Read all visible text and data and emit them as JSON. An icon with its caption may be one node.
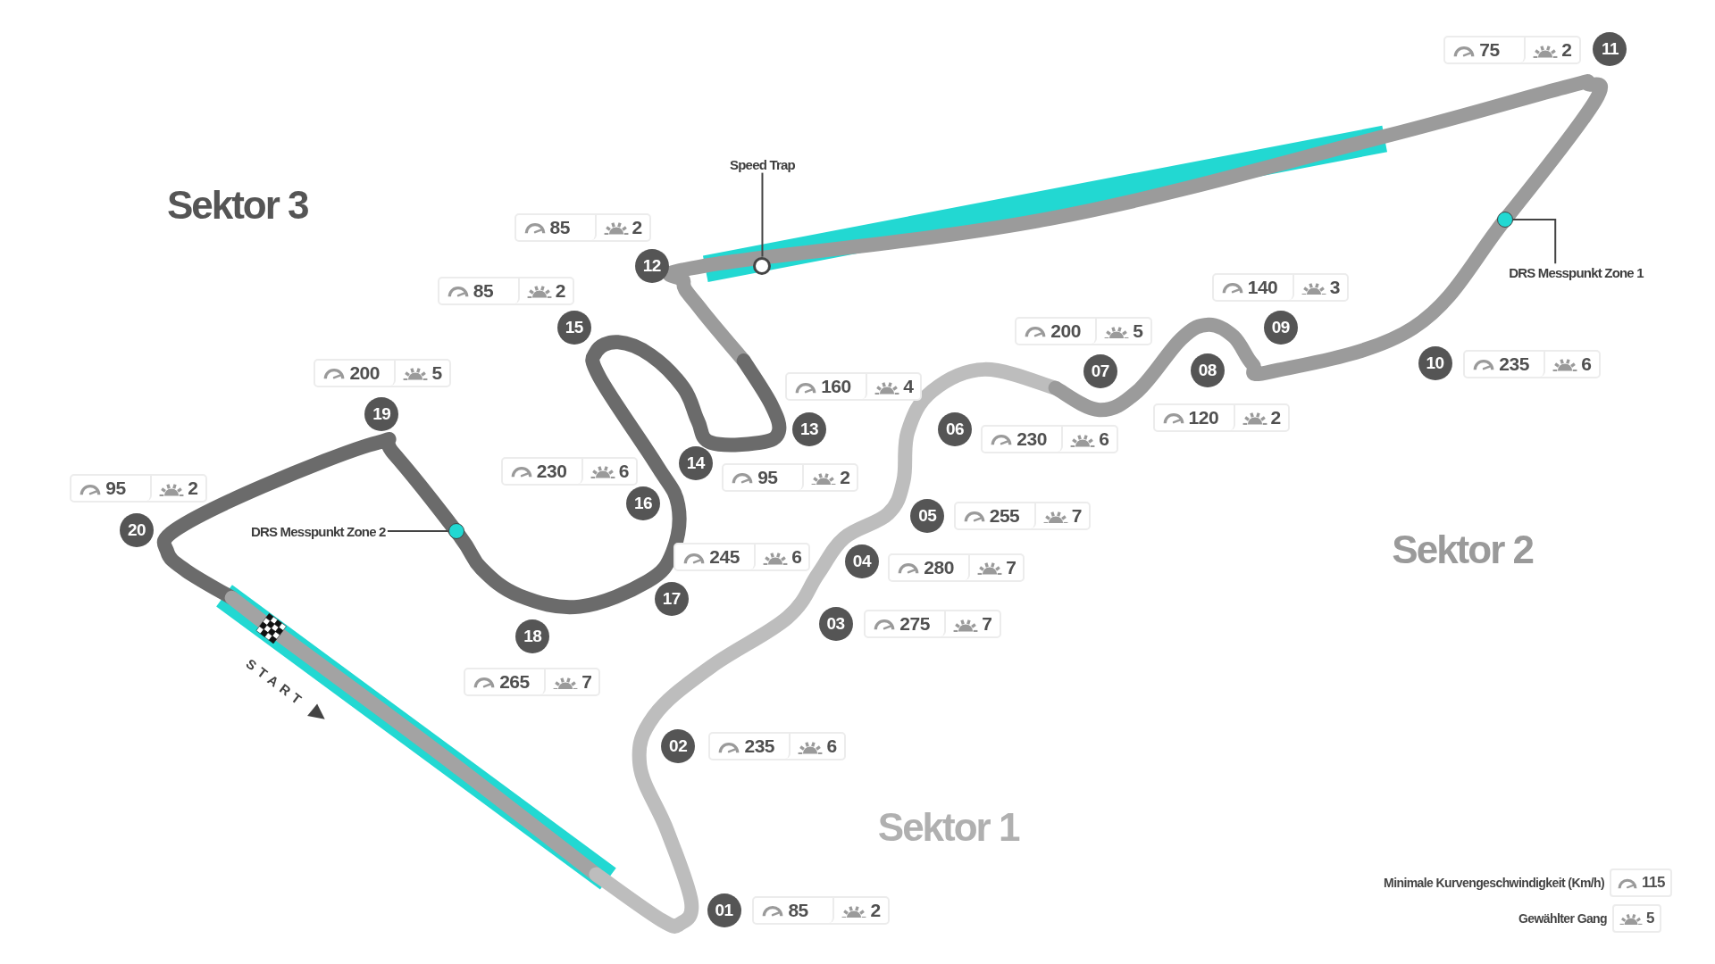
{
  "diagram": {
    "nodes": [
      {
        "text": [
          "01"
        ],
        "beside": [
          "85",
          "2"
        ]
      },
      {
        "text": [
          "02"
        ],
        "beside": [
          "235",
          "6"
        ]
      },
      {
        "text": [
          "03"
        ],
        "beside": [
          "275",
          "7"
        ]
      },
      {
        "text": [
          "04"
        ],
        "beside": [
          "280",
          "7"
        ]
      },
      {
        "text": [
          "05"
        ],
        "beside": [
          "255",
          "7"
        ]
      },
      {
        "text": [
          "06"
        ],
        "beside": [
          "230",
          "6"
        ]
      },
      {
        "text": [
          "07"
        ],
        "beside": [
          "200",
          "5"
        ]
      },
      {
        "text": [
          "08"
        ],
        "beside": [
          "120",
          "2"
        ]
      },
      {
        "text": [
          "09"
        ],
        "beside": [
          "140",
          "3"
        ]
      },
      {
        "text": [
          "10"
        ],
        "beside": [
          "235",
          "6"
        ]
      },
      {
        "text": [
          "11"
        ],
        "beside": [
          "75",
          "2"
        ]
      },
      {
        "text": [
          "12"
        ],
        "beside": [
          "85",
          "2"
        ]
      },
      {
        "text": [
          "13"
        ],
        "beside": [
          "160",
          "4"
        ]
      },
      {
        "text": [
          "14"
        ]
      },
      {
        "text": [
          "15"
        ],
        "beside": [
          "85",
          "2"
        ]
      },
      {
        "text": [
          "16"
        ],
        "beside": [
          "230",
          "6"
        ]
      },
      {
        "text": [
          "17"
        ],
        "beside": [
          "245",
          "6"
        ]
      },
      {
        "text": [
          "18"
        ],
        "beside": [
          "265",
          "7"
        ]
      },
      {
        "text": [
          "19"
        ],
        "beside": [
          "200",
          "5"
        ]
      },
      {
        "text": [
          "20"
        ],
        "beside": [
          "95",
          "2"
        ]
      },
      {
        "text": [
          "Speed Trap"
        ]
      },
      {
        "text": [],
        "shape": "circle"
      },
      {
        "text": [
          "DRS Messpunkt Zone 1"
        ]
      },
      {
        "text": [],
        "shape": "circle"
      },
      {
        "text": [
          "DRS Messpunkt Zone 2"
        ]
      },
      {
        "text": [],
        "shape": "circle"
      }
    ],
    "edges": [
      {
        "from": 20,
        "to": 21,
        "arrow": "none"
      },
      {
        "from": 22,
        "to": 23,
        "arrow": "none"
      },
      {
        "from": 24,
        "to": 25,
        "arrow": "none"
      }
    ],
    "labels": [
      "Sektor 3",
      "Sektor 2",
      "Sektor 1",
      "START",
      "95",
      "2",
      "115",
      "5"
    ],
    "legend": [
      {
        "text": "Minimale Kurvengeschwindigkeit (Km/h)"
      },
      {
        "text": "Gewählter Gang"
      }
    ]
  }
}
